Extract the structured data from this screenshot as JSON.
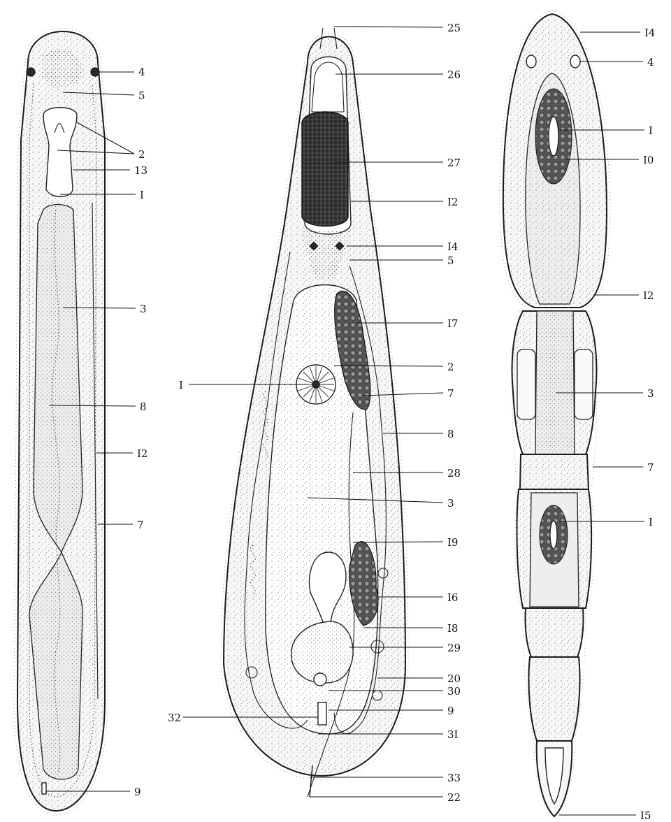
{
  "figures": [
    {
      "id": "left",
      "labels": [
        {
          "text": "4"
        },
        {
          "text": "5"
        },
        {
          "text": "2"
        },
        {
          "text": "13"
        },
        {
          "text": "I"
        },
        {
          "text": "3"
        },
        {
          "text": "8"
        },
        {
          "text": "I2"
        },
        {
          "text": "7"
        },
        {
          "text": "9"
        }
      ]
    },
    {
      "id": "middle",
      "labels": [
        {
          "text": "25"
        },
        {
          "text": "26"
        },
        {
          "text": "27"
        },
        {
          "text": "I2"
        },
        {
          "text": "I4"
        },
        {
          "text": "5"
        },
        {
          "text": "I7"
        },
        {
          "text": "2"
        },
        {
          "text": "7"
        },
        {
          "text": "8"
        },
        {
          "text": "28"
        },
        {
          "text": "3"
        },
        {
          "text": "I9"
        },
        {
          "text": "I6"
        },
        {
          "text": "I8"
        },
        {
          "text": "29"
        },
        {
          "text": "20"
        },
        {
          "text": "30"
        },
        {
          "text": "9"
        },
        {
          "text": "3I"
        },
        {
          "text": "33"
        },
        {
          "text": "22"
        },
        {
          "text": "I"
        },
        {
          "text": "32"
        }
      ]
    },
    {
      "id": "right",
      "labels": [
        {
          "text": "I4"
        },
        {
          "text": "4"
        },
        {
          "text": "I"
        },
        {
          "text": "I0"
        },
        {
          "text": "I2"
        },
        {
          "text": "3"
        },
        {
          "text": "7"
        },
        {
          "text": "I"
        },
        {
          "text": "I5"
        }
      ]
    }
  ]
}
